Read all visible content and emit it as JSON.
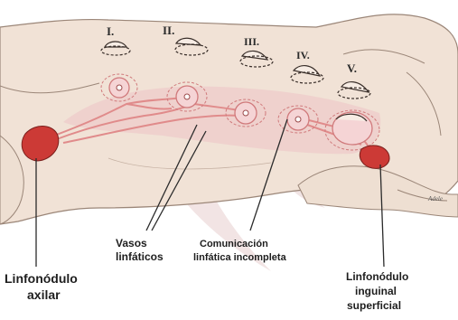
{
  "mammary_glands": {
    "gland_1": "I.",
    "gland_2": "II.",
    "gland_3": "III.",
    "gland_4": "IV.",
    "gland_5": "V."
  },
  "labels": {
    "lymph_vessels": [
      "Vasos",
      "linfáticos"
    ],
    "incomplete_communication": [
      "Comunicación",
      "linfática incompleta"
    ],
    "axillary_node": [
      "Linfonódulo",
      "axilar"
    ],
    "inguinal_node": [
      "Linfonódulo",
      "inguinal",
      "superficial"
    ]
  },
  "signature": "Adele",
  "colors": {
    "fur": "#f1e2d6",
    "fur_outline": "#9b8678",
    "gland_tissue": "#ecc2c6",
    "lymph_vessel": "#e08b8b",
    "lymph_node": "#cc3a36",
    "outline": "#3a2f2a"
  }
}
